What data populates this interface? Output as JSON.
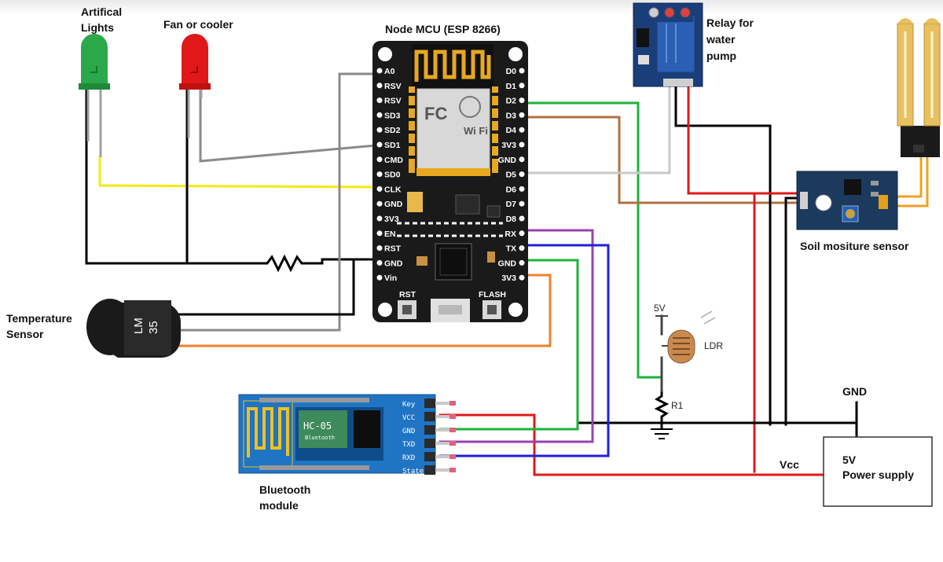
{
  "labels": {
    "lights_l1": "Artifical",
    "lights_l2": "Lights",
    "fan": "Fan or cooler",
    "mcu_title": "Node MCU (ESP 8266)",
    "relay_l1": "Relay for",
    "relay_l2": "water",
    "relay_l3": "pump",
    "soil": "Soil mositure sensor",
    "temp_l1": "Temperature",
    "temp_l2": "Sensor",
    "bt_l1": "Bluetooth",
    "bt_l2": "module",
    "gnd": "GND",
    "vcc": "Vcc",
    "psu_l1": "5V",
    "psu_l2": "Power supply",
    "ldr_5v": "5V",
    "ldr": "LDR",
    "r1": "R1"
  },
  "mcu": {
    "left_pins": [
      "A0",
      "RSV",
      "RSV",
      "SD3",
      "SD2",
      "SD1",
      "CMD",
      "SD0",
      "CLK",
      "GND",
      "3V3",
      "EN",
      "RST",
      "GND",
      "Vin"
    ],
    "right_pins": [
      "D0",
      "D1",
      "D2",
      "D3",
      "D4",
      "3V3",
      "GND",
      "D5",
      "D6",
      "D7",
      "D8",
      "RX",
      "TX",
      "GND",
      "3V3"
    ],
    "rst_button": "RST",
    "flash_button": "FLASH",
    "chip_fc": "FC",
    "chip_wifi": "Wi Fi"
  },
  "lm35": {
    "l1": "LM",
    "l2": "35"
  },
  "bluetooth": {
    "pins": [
      "Key",
      "VCC",
      "GND",
      "TXD",
      "RXD",
      "State"
    ],
    "chip_name": "HC-05",
    "chip_sub": "Bluetooth"
  },
  "colors": {
    "board": "#1a1a1a",
    "bt_board": "#1f74c4",
    "soil_board": "#1c3a5e",
    "relay_board": "#1a3e7a",
    "led_green": "#2aa84a",
    "led_red": "#e01818",
    "wire_black": "#000000",
    "wire_red": "#e01818",
    "wire_green": "#1db33a",
    "wire_blue": "#2020d8",
    "wire_purple": "#9a40b0",
    "wire_orange": "#f0802a",
    "wire_brown": "#b07040",
    "wire_gray": "#9a9a9a",
    "wire_lightgray": "#c8c8c8",
    "wire_yellow": "#f4ea10"
  }
}
